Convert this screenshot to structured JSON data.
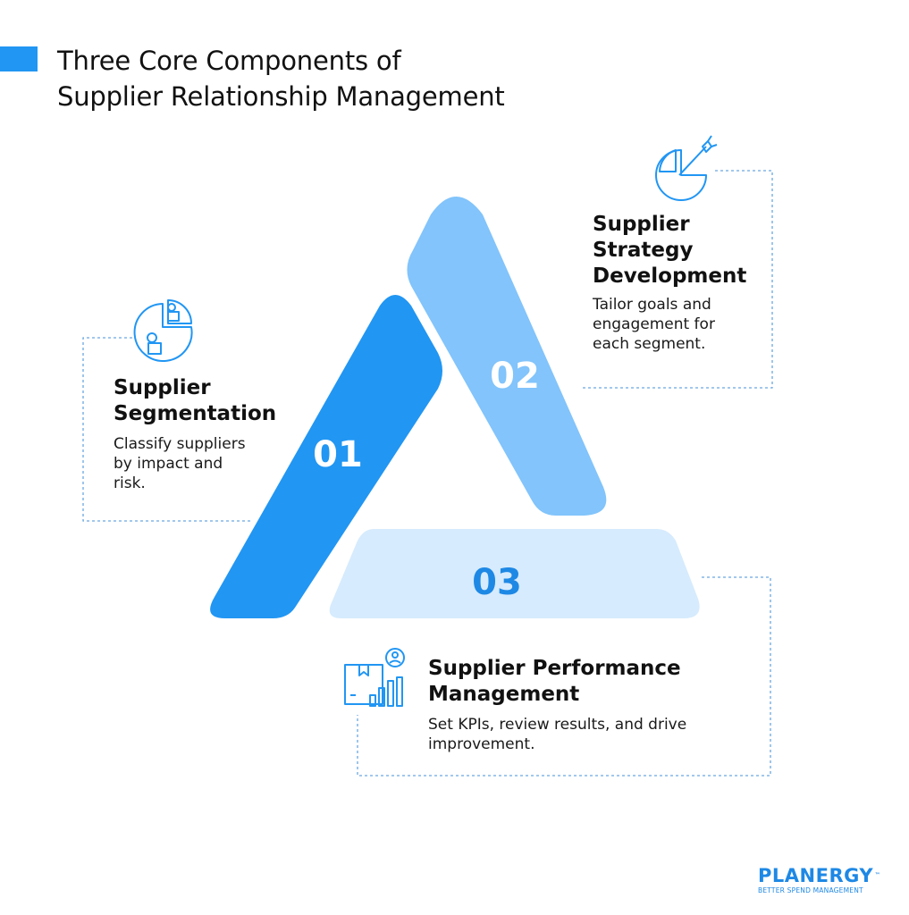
{
  "title": {
    "line1": "Three Core Components of",
    "line2": "Supplier Relationship Management"
  },
  "colors": {
    "accent": "#2196f3",
    "segment_01": "#2196f3",
    "segment_02": "#82c4fb",
    "segment_03": "#d6ebfd",
    "number_03": "#1e88e5",
    "dotted_line": "#6aa8e0",
    "icon_stroke": "#2196f3"
  },
  "segments": [
    {
      "number": "01",
      "heading_lines": [
        "Supplier",
        "Segmentation"
      ],
      "desc_lines": [
        "Classify suppliers",
        "by impact and",
        "risk."
      ],
      "icon": "supplier-group-pie-icon"
    },
    {
      "number": "02",
      "heading_lines": [
        "Supplier",
        "Strategy",
        "Development"
      ],
      "desc_lines": [
        "Tailor goals and",
        "engagement for",
        "each segment."
      ],
      "icon": "pie-chart-target-icon"
    },
    {
      "number": "03",
      "heading_lines": [
        "Supplier Performance",
        "Management"
      ],
      "desc_lines": [
        "Set KPIs, review results, and drive",
        "improvement."
      ],
      "icon": "box-bar-chart-person-icon"
    }
  ],
  "logo": {
    "word": "PLANERGY",
    "trademark": "™",
    "tagline": "BETTER SPEND MANAGEMENT"
  }
}
